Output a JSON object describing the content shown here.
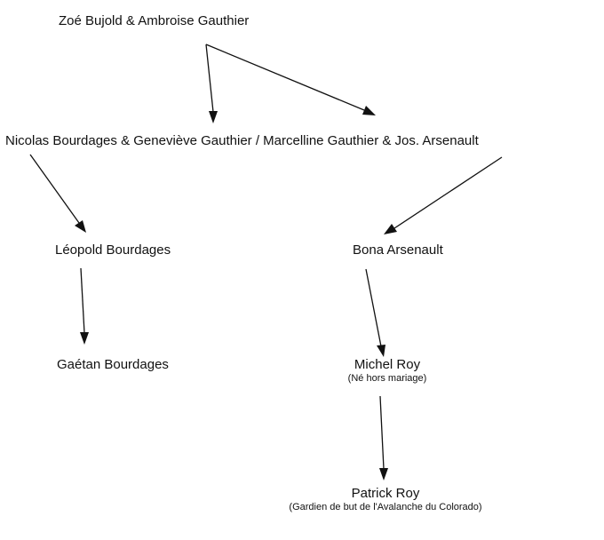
{
  "diagram": {
    "nodes": {
      "root": {
        "name": "Zoé Bujold & Ambroise Gauthier"
      },
      "generation2": {
        "name": "Nicolas Bourdages & Geneviève Gauthier / Marcelline Gauthier & Jos. Arsenault"
      },
      "leopold": {
        "name": "Léopold Bourdages"
      },
      "bona": {
        "name": "Bona Arsenault"
      },
      "gaetan": {
        "name": "Gaétan Bourdages"
      },
      "michel": {
        "name": "Michel Roy",
        "note": "(Né hors mariage)"
      },
      "patrick": {
        "name": "Patrick Roy",
        "note": "(Gardien de but de l'Avalanche du Colorado)"
      }
    },
    "edges": [
      {
        "from": "root",
        "to": "generation2-left"
      },
      {
        "from": "root",
        "to": "generation2-right"
      },
      {
        "from": "generation2-left",
        "to": "leopold"
      },
      {
        "from": "generation2-right",
        "to": "bona"
      },
      {
        "from": "leopold",
        "to": "gaetan"
      },
      {
        "from": "bona",
        "to": "michel"
      },
      {
        "from": "michel",
        "to": "patrick"
      }
    ]
  }
}
